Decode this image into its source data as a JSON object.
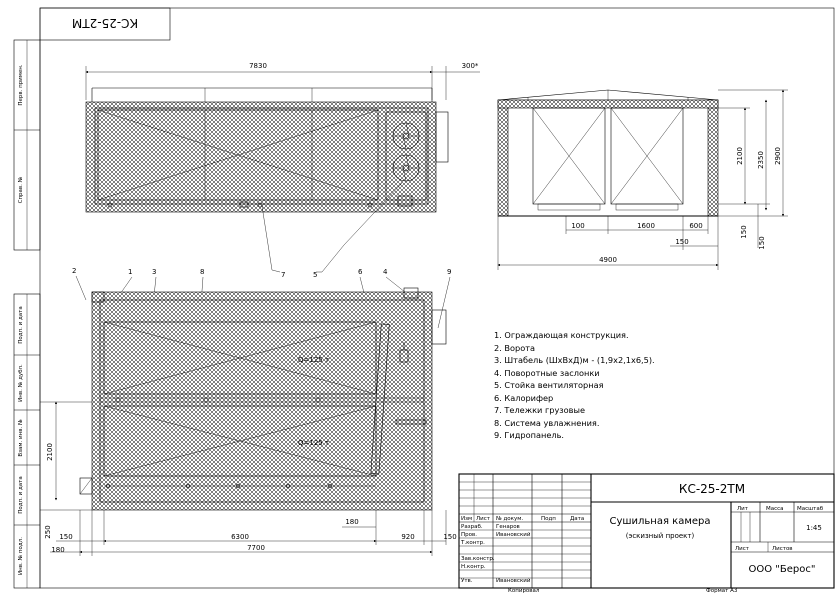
{
  "stamp_top": "КС-25-2ТМ",
  "side_fields": [
    "Перв. примен.",
    "Справ. №",
    "Подп. и дата",
    "Инв. № дубл.",
    "Взам. инв. №",
    "Подп. и дата",
    "Инв. № подл."
  ],
  "plan_top": {
    "dim_length": "7830",
    "dim_offset": "300*"
  },
  "section": {
    "dim_h_inner": "2100",
    "dim_h_mid": "2350",
    "dim_h_total": "2900",
    "dim_w_100": "100",
    "dim_w_1600": "1600",
    "dim_w_600": "600",
    "dim_w_150": "150",
    "dim_w_4900": "4900",
    "dim_v_150a": "150",
    "dim_v_150b": "150"
  },
  "plan_main": {
    "label_q1": "Q=125 т",
    "label_q2": "Q=125 т",
    "dim_2100": "2100",
    "dim_250": "250",
    "dim_150": "150",
    "dim_6300": "6300",
    "dim_180a": "180",
    "dim_180b": "180",
    "dim_920": "920",
    "dim_150b": "150",
    "dim_7700": "7700"
  },
  "callouts": [
    "1",
    "2",
    "3",
    "4",
    "5",
    "6",
    "7",
    "8",
    "9"
  ],
  "legend": [
    "1. Ограждающая конструкция.",
    "2. Ворота",
    "3. Штабель (ШхВхД)м - (1,9х2,1х6,5).",
    "4. Поворотные заслонки",
    "5. Стойка вентиляторная",
    "6. Калорифер",
    "7. Тележки грузовые",
    "8. Система увлажнения.",
    "9. Гидропанель."
  ],
  "title_block": {
    "code": "КС-25-2ТМ",
    "name_line1": "Сушильная камера",
    "name_line2": "(эскизный проект)",
    "col_lit": "Лит",
    "col_mass": "Масса",
    "col_scale": "Масштаб",
    "scale": "1:45",
    "sheet": "Лист",
    "sheets": "Листов",
    "company": "ООО \"Берос\"",
    "hdr_izm": "Изм",
    "hdr_list": "Лист",
    "hdr_doc": "№ докум.",
    "hdr_podp": "Подп",
    "hdr_data": "Дата",
    "rows": [
      {
        "role": "Разраб.",
        "name": "Генаров"
      },
      {
        "role": "Пров.",
        "name": "Ивановский"
      },
      {
        "role": "Т.контр.",
        "name": ""
      },
      {
        "role": "Зав.констр.",
        "name": ""
      },
      {
        "role": "Н.контр.",
        "name": ""
      },
      {
        "role": "Утв.",
        "name": "Ивановский"
      }
    ],
    "copied": "Копировал",
    "format": "Формат А3"
  }
}
